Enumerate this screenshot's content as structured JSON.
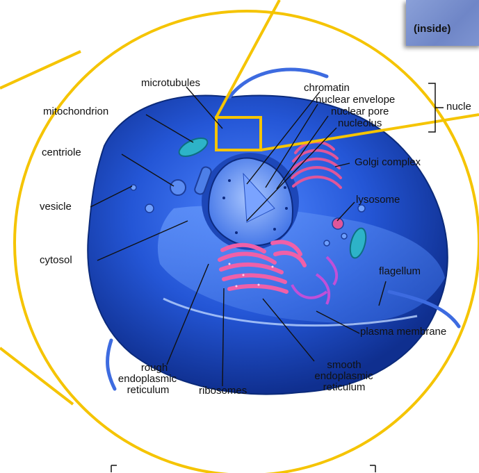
{
  "inset": {
    "label": "(inside)"
  },
  "labels": {
    "microtubules": "microtubules",
    "mitochondrion": "mitochondrion",
    "centriole": "centriole",
    "vesicle": "vesicle",
    "cytosol": "cytosol",
    "chromatin": "chromatin",
    "nuclear_envelope": "nuclear envelope",
    "nuclear_pore": "nuclear pore",
    "nucleolus": "nucleolus",
    "nucleus_group": "nucle",
    "golgi_complex": "Golgi complex",
    "lysosome": "lysosome",
    "flagellum": "flagellum",
    "plasma_membrane": "plasma membrane",
    "rough_er_1": "rough",
    "rough_er_2": "endoplasmic",
    "rough_er_3": "reticulum",
    "ribosomes": "ribosomes",
    "smooth_er_1": "smooth",
    "smooth_er_2": "endoplasmic",
    "smooth_er_3": "reticulum"
  },
  "colors": {
    "highlight": "#f5c400",
    "cell_blue": "#1f4fc8",
    "organelle_pink": "#e0569a",
    "background": "#ffffff"
  }
}
